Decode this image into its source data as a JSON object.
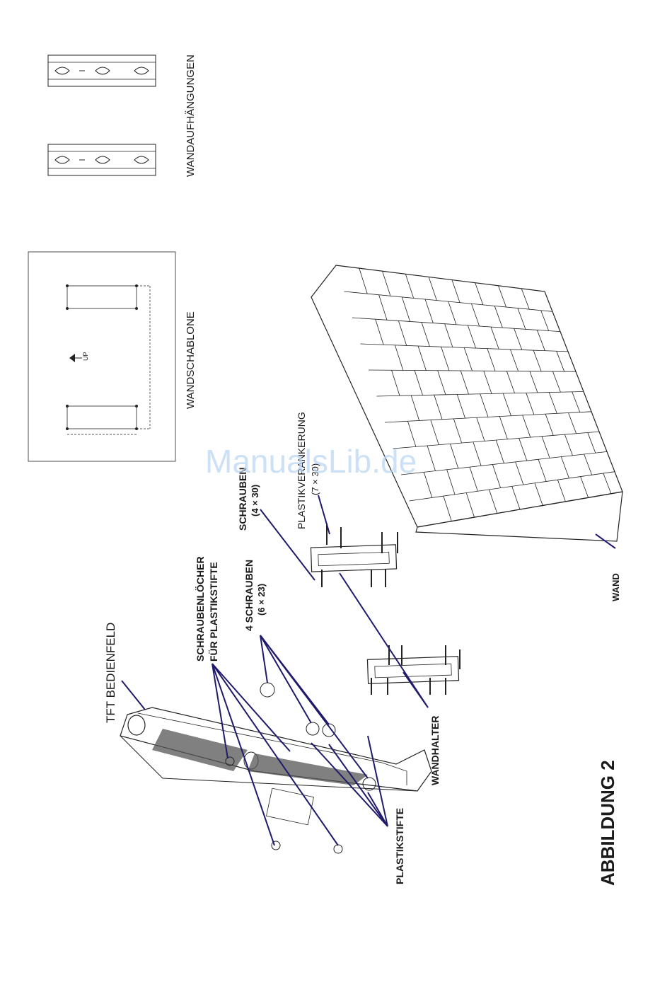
{
  "labels": {
    "wall_hangers": "WANDAUFHÄNGUNGEN",
    "wall_template": "WANDSCHABLONE",
    "template_up": "UP",
    "plastic_anchor": "PLASTIKVERANKERUNG",
    "anchor_size": "(7 × 30)",
    "screws": "SCHRAUBEN",
    "screws_size": "(4 × 30)",
    "screw_holes_line1": "SCHRAUBENLÖCHER",
    "screw_holes_line2": "FÜR PLASTIKSTIFTE",
    "four_screws_line1": "4 SCHRAUBEN",
    "four_screws_line2": "(6 × 23)",
    "tft_panel": "TFT BEDIENFELD",
    "wall": "WAND",
    "wall_bracket": "WANDHALTER",
    "plastic_pins": "PLASTIKSTIFTE",
    "figure": "ABBILDUNG 2"
  },
  "watermark": "ManualsLib.de",
  "colors": {
    "arrow": "#1f1a6b",
    "watermark": "#bcd6f4",
    "line": "#222222"
  }
}
